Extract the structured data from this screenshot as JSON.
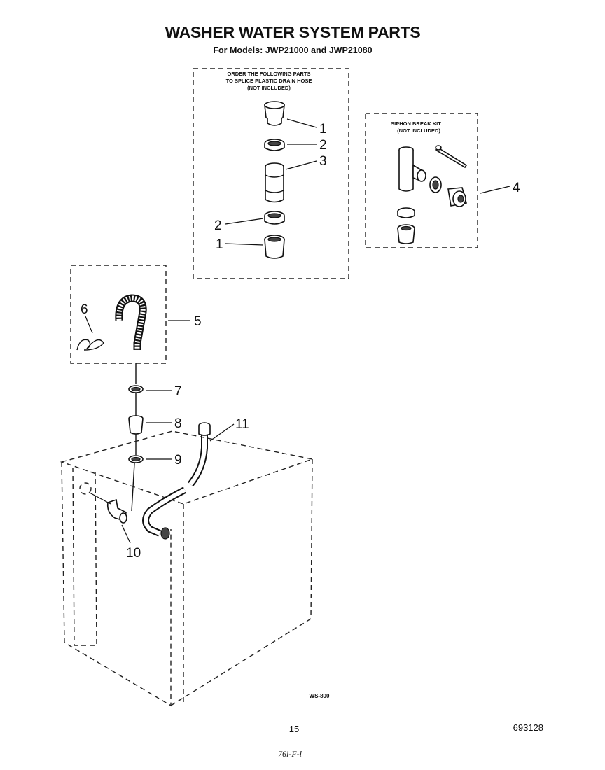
{
  "header": {
    "title": "WASHER WATER SYSTEM PARTS",
    "subtitle": "For Models: JWP21000 and JWP21080"
  },
  "splice_box": {
    "note_line1": "ORDER THE FOLLOWING PARTS",
    "note_line2": "TO SPLICE PLASTIC DRAIN HOSE",
    "note_line3": "(NOT INCLUDED)"
  },
  "siphon_box": {
    "note_line1": "SIPHON BREAK KIT",
    "note_line2": "(NOT INCLUDED)"
  },
  "callouts": {
    "c1a": "1",
    "c2a": "2",
    "c3": "3",
    "c2b": "2",
    "c1b": "1",
    "c4": "4",
    "c5": "5",
    "c6": "6",
    "c7": "7",
    "c8": "8",
    "c9": "9",
    "c10": "10",
    "c11": "11"
  },
  "footer": {
    "diagram_code": "WS-800",
    "page_number": "15",
    "part_number": "693128",
    "handwritten": "76l-F-l"
  }
}
